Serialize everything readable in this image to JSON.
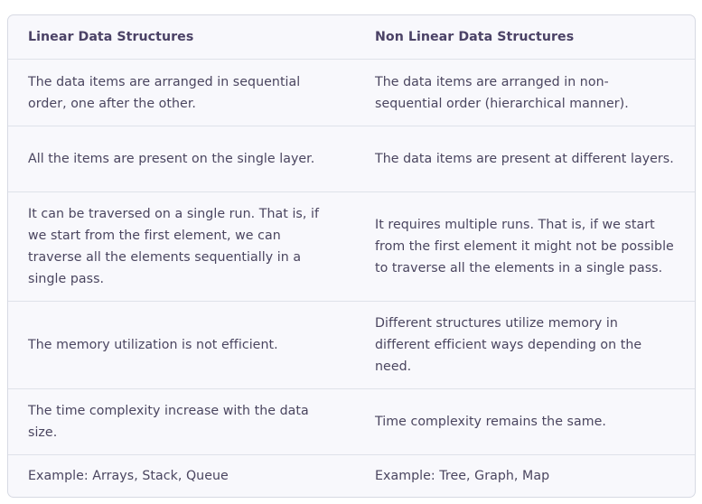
{
  "table": {
    "headers": [
      "Linear Data Structures",
      "Non Linear Data Structures"
    ],
    "rows": [
      [
        "The data items are arranged in sequential order, one after the other.",
        "The data items are arranged in non-sequential order (hierarchical manner)."
      ],
      [
        "All the items are present on the single layer.",
        "The data items are present at different layers."
      ],
      [
        "It can be traversed on a single run. That is, if we start from the first element, we can traverse all the elements sequentially in a single pass.",
        "It requires multiple runs. That is, if we start from the first element it might not be possible to traverse all the elements in a single pass."
      ],
      [
        "The memory utilization is not efficient.",
        "Different structures utilize memory in different efficient ways depending on the need."
      ],
      [
        "The time complexity increase with the data size.",
        "Time complexity remains the same."
      ],
      [
        "Example: Arrays, Stack, Queue",
        "Example: Tree, Graph, Map"
      ]
    ]
  }
}
